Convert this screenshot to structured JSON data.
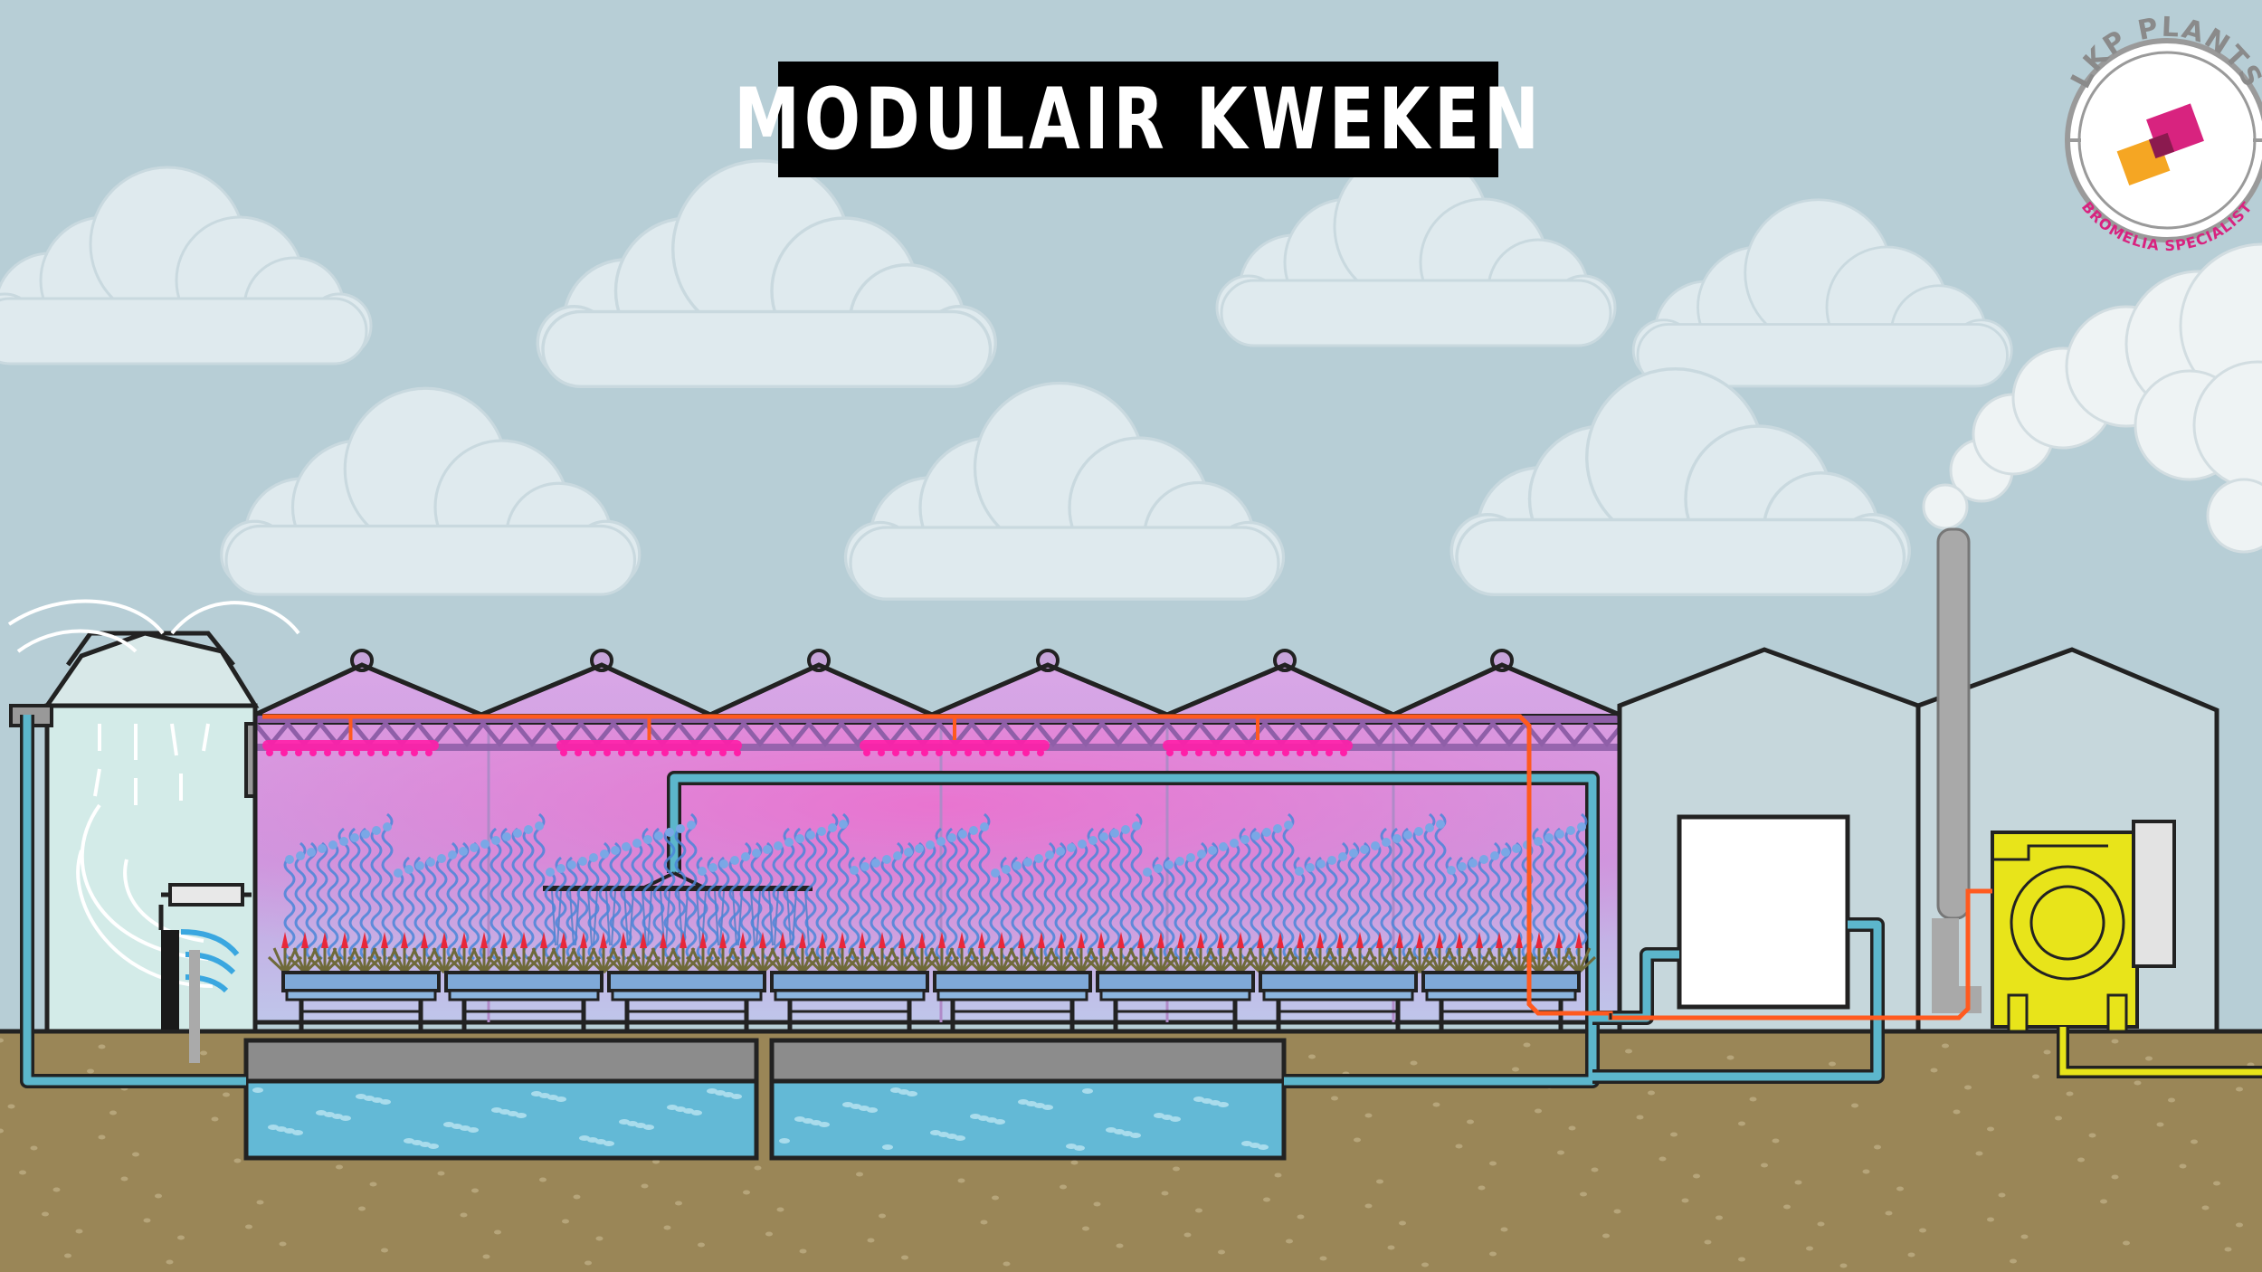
{
  "title": "MODULAIR KWEKEN",
  "logo": {
    "top_text": "LKP PLANTS",
    "bottom_text": "BROMELIA SPECIALIST"
  },
  "colors": {
    "sky": "#b7ced6",
    "cloud": "#dfeaee",
    "ground": "#9a8657",
    "greenhouse_glow": "#c89ce0",
    "led": "#ff1fa8",
    "heating_pipe": "#ff5a1f",
    "water_pipe": "#5cb6cc",
    "water": "#63b9d6",
    "boiler": "#e8e41a",
    "logo_pink": "#d8237f",
    "logo_orange": "#f5a623"
  },
  "icons": [
    "cloud-icon",
    "plant-icon",
    "led-lamp-icon",
    "fan-icon",
    "boiler-icon",
    "chimney-icon",
    "water-basin-icon",
    "logo-badge-icon"
  ]
}
